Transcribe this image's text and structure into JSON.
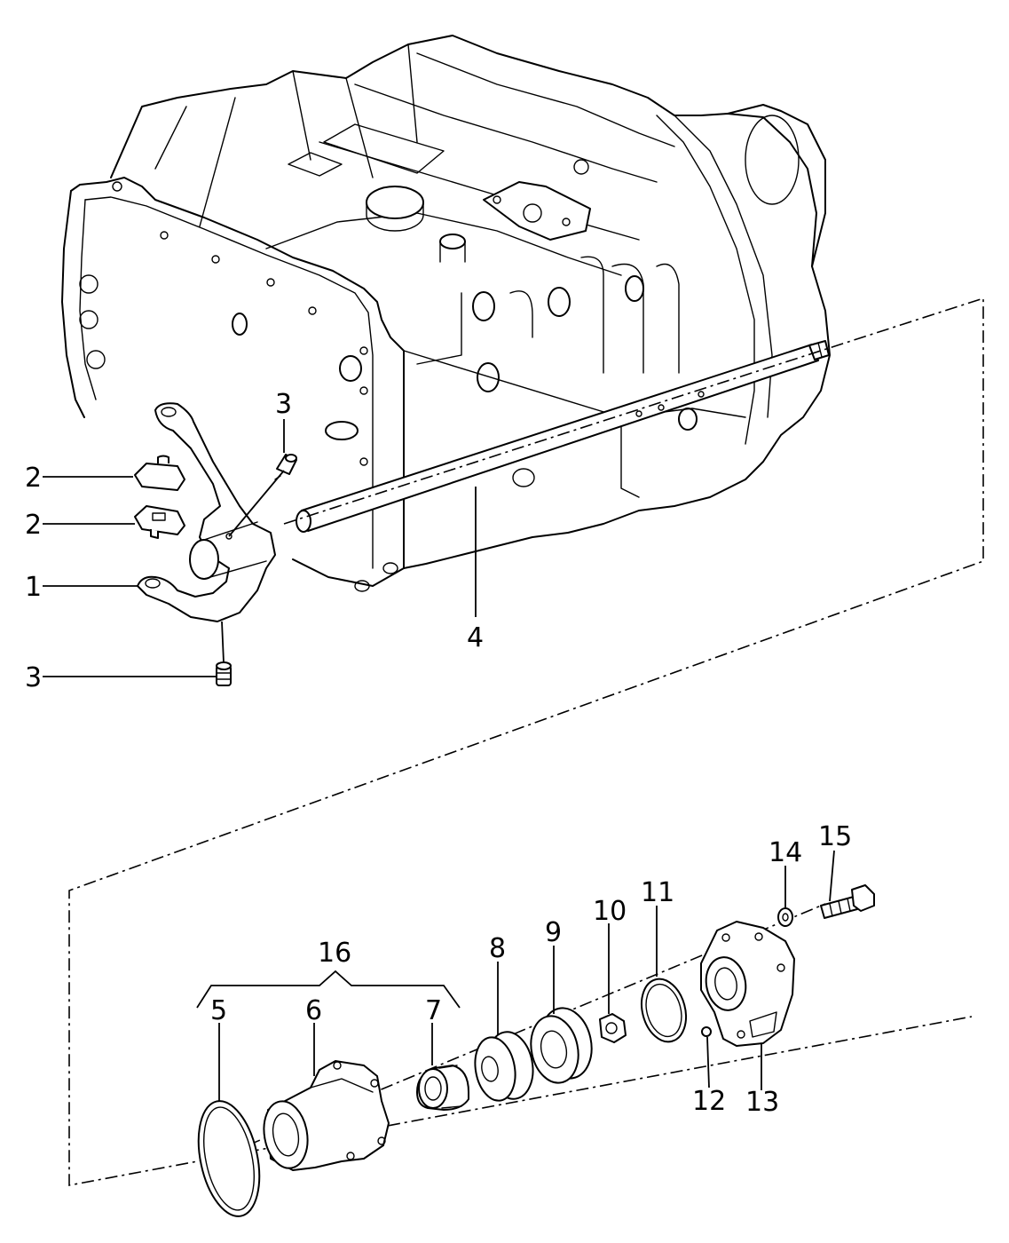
{
  "diagram": {
    "callouts": {
      "c1": "1",
      "c2a": "2",
      "c2b": "2",
      "c3a": "3",
      "c3b": "3",
      "c4": "4",
      "c5": "5",
      "c6": "6",
      "c7": "7",
      "c8": "8",
      "c9": "9",
      "c10": "10",
      "c11": "11",
      "c12": "12",
      "c13": "13",
      "c14": "14",
      "c15": "15",
      "c16": "16"
    }
  }
}
